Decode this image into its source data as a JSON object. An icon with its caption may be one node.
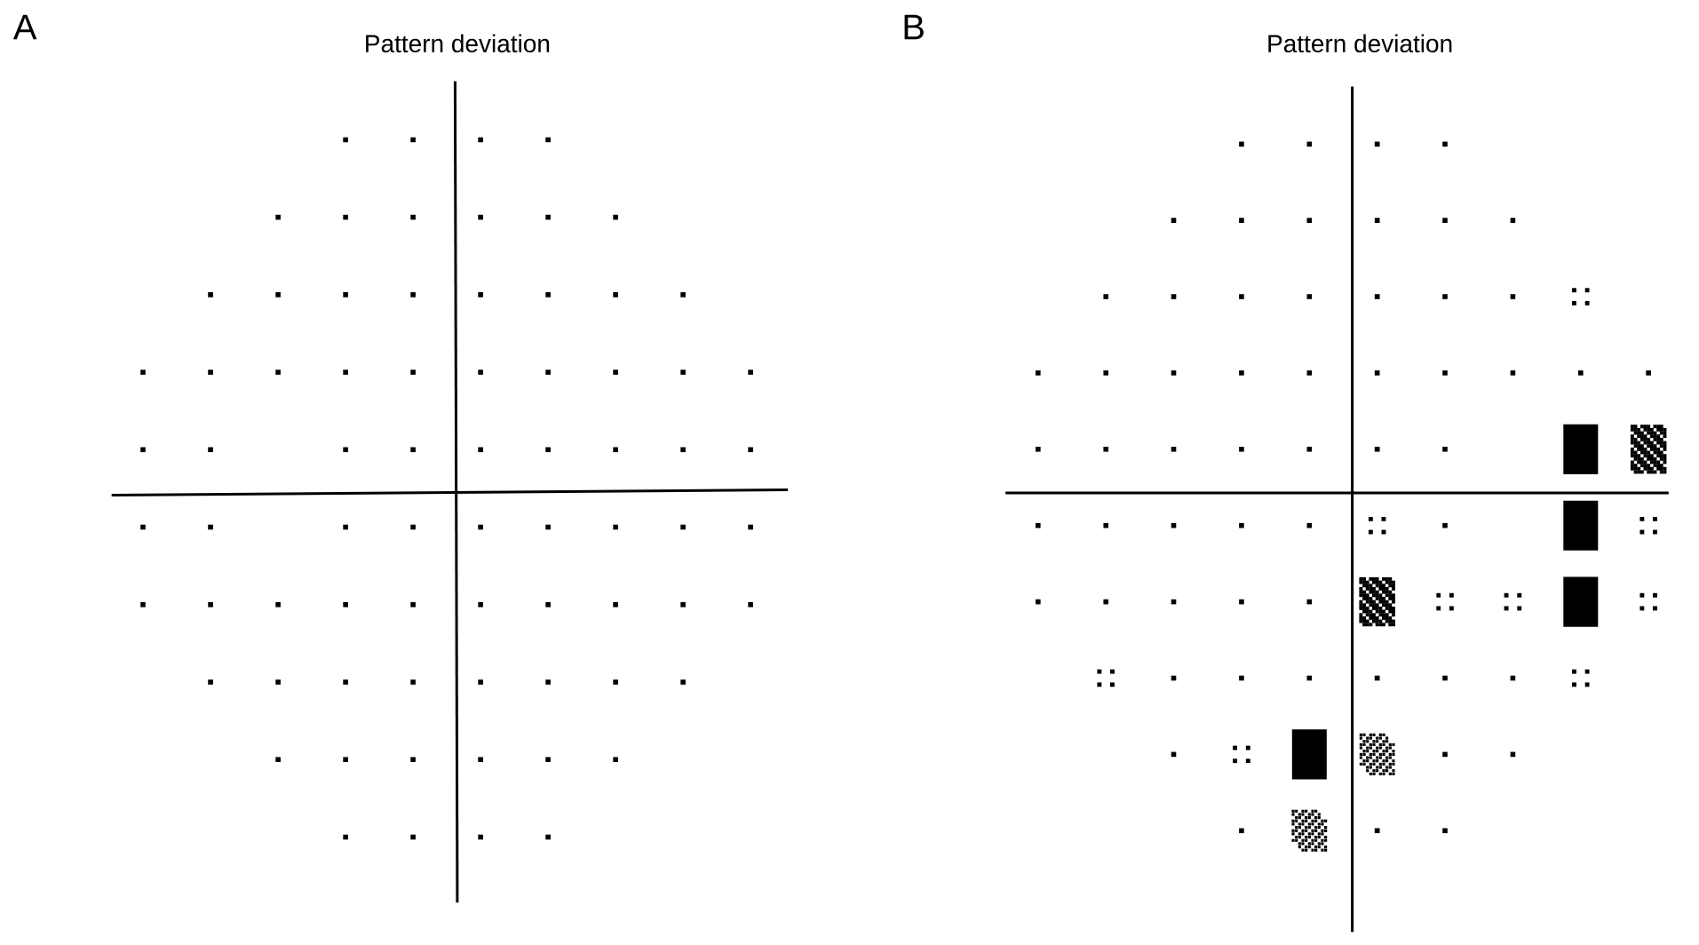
{
  "diagram": {
    "labels": [
      "A",
      "Pattern deviation",
      "B",
      "Pattern deviation"
    ]
  }
}
